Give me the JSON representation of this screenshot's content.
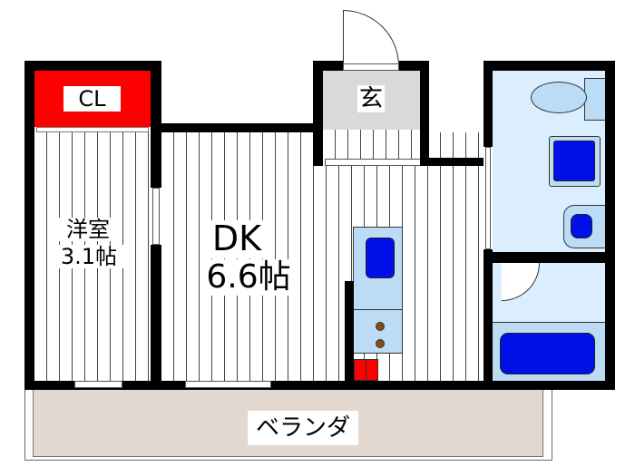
{
  "plan": {
    "rooms": {
      "closet": {
        "label": "CL"
      },
      "western_room": {
        "name": "洋室",
        "size": "3.1帖"
      },
      "dining_kitchen": {
        "name": "DK",
        "size": "6.6帖"
      },
      "entrance": {
        "label": "玄"
      },
      "balcony": {
        "label": "ベランダ"
      }
    },
    "colors": {
      "wall": "#000000",
      "closet": "#ff0000",
      "entrance": "#d9d9d9",
      "wet_area": "#dbeeff",
      "fixture": "#bcdcf5",
      "fixture_blue": "#0010e8",
      "balcony": "#e2d8cf",
      "burner": "#8b4a10"
    }
  }
}
